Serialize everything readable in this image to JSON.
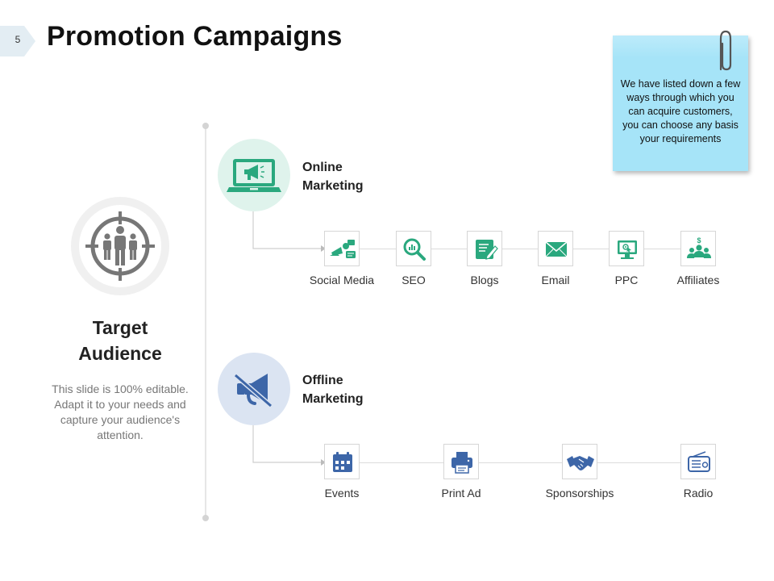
{
  "slide": {
    "number": "5",
    "title": "Promotion Campaigns"
  },
  "note": {
    "text": "We have listed down a few ways through which you can acquire customers, you can choose any basis your requirements"
  },
  "audience": {
    "heading": "Target Audience",
    "description": "This slide is 100% editable. Adapt it to your needs and capture your audience's attention.",
    "icon": "target-people-icon"
  },
  "online": {
    "label": "Online Marketing",
    "icon": "laptop-megaphone-icon",
    "color": "#2aa87e",
    "circle_color": "#dff3ec",
    "channels": [
      {
        "label": "Social Media",
        "icon": "social-media-icon"
      },
      {
        "label": "SEO",
        "icon": "seo-magnifier-icon"
      },
      {
        "label": "Blogs",
        "icon": "blog-edit-icon"
      },
      {
        "label": "Email",
        "icon": "email-envelope-icon"
      },
      {
        "label": "PPC",
        "icon": "ppc-monitor-icon"
      },
      {
        "label": "Affiliates",
        "icon": "affiliates-group-icon"
      }
    ]
  },
  "offline": {
    "label": "Offline Marketing",
    "icon": "muted-megaphone-icon",
    "color": "#3d66a8",
    "circle_color": "#dbe4f2",
    "channels": [
      {
        "label": "Events",
        "icon": "calendar-icon"
      },
      {
        "label": "Print Ad",
        "icon": "printer-icon"
      },
      {
        "label": "Sponsorships",
        "icon": "handshake-icon"
      },
      {
        "label": "Radio",
        "icon": "radio-icon"
      }
    ]
  }
}
